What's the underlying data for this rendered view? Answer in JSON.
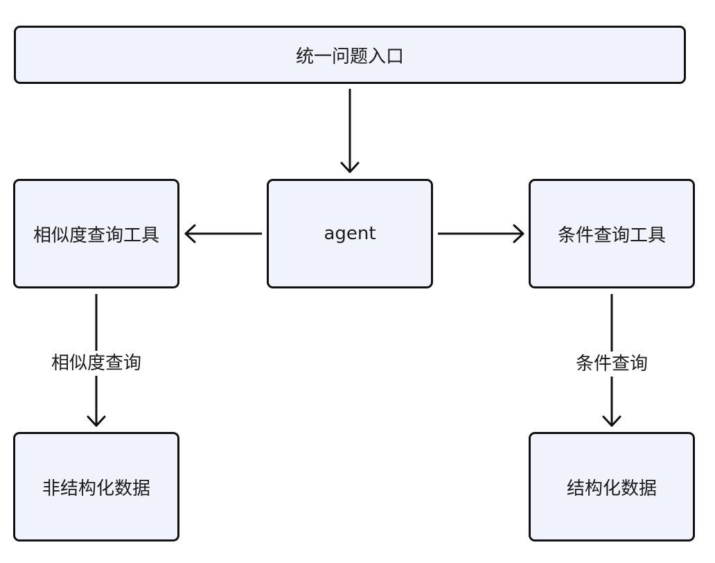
{
  "nodes": {
    "entry": "统一问题入口",
    "agent": "agent",
    "similarity_tool": "相似度查询工具",
    "condition_tool": "条件查询工具",
    "unstructured_data": "非结构化数据",
    "structured_data": "结构化数据"
  },
  "edges": {
    "similarity_query": "相似度查询",
    "condition_query": "条件查询"
  },
  "colors": {
    "node_fill": "#f0f3fc",
    "stroke": "#111111"
  }
}
